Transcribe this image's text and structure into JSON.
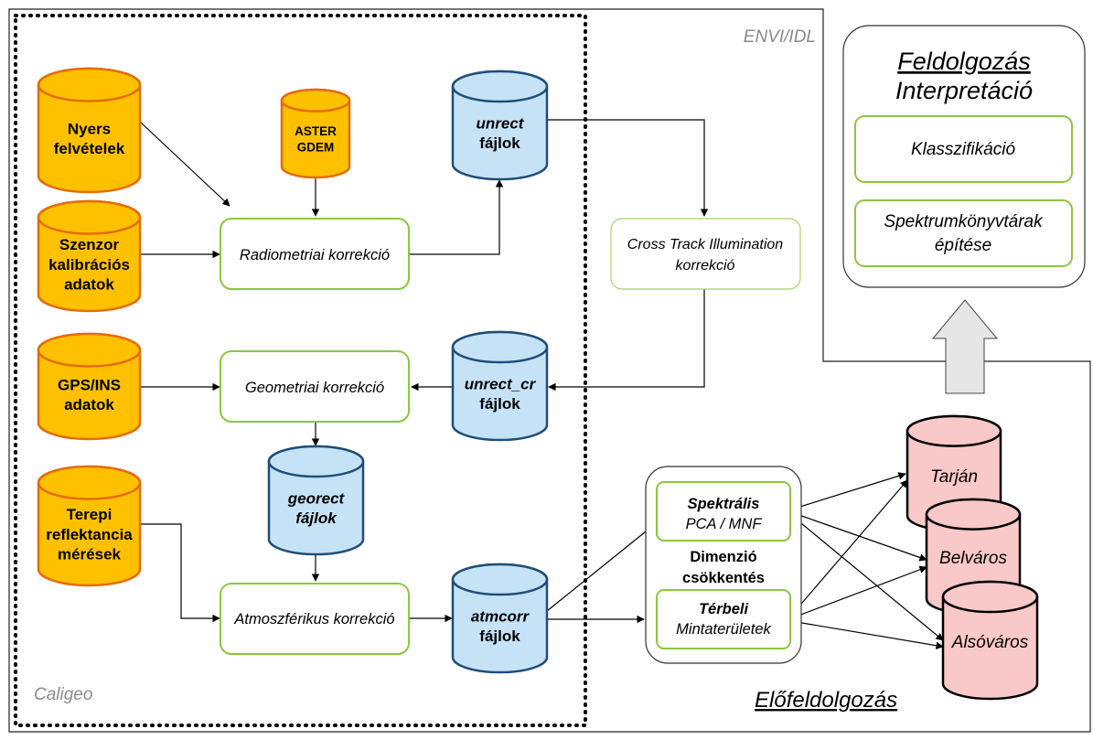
{
  "labels": {
    "envi": "ENVI/IDL",
    "caligeo": "Caligeo",
    "elofeldolgozas": "Előfeldolgozás",
    "feldolgozas": "Feldolgozás",
    "interpretacio": "Interpretáció",
    "dimenzio1": "Dimenzió",
    "dimenzio2": "csökkentés"
  },
  "sources": {
    "nyers": [
      "Nyers",
      "felvételek"
    ],
    "szenzor": [
      "Szenzor",
      "kalibrációs",
      "adatok"
    ],
    "gps": [
      "GPS/INS",
      "adatok"
    ],
    "terepi": [
      "Terepi",
      "reflektancia",
      "mérések"
    ],
    "aster": [
      "ASTER",
      "GDEM"
    ]
  },
  "files": {
    "unrect": [
      "unrect",
      "fájlok"
    ],
    "unrect_cr": [
      "unrect_cr",
      "fájlok"
    ],
    "georect": [
      "georect",
      "fájlok"
    ],
    "atmcorr": [
      "atmcorr",
      "fájlok"
    ]
  },
  "processes": {
    "radiometriai": "Radiometriai korrekció",
    "geometriai": "Geometriai korrekció",
    "atmoszferikus": "Atmoszférikus korrekció",
    "cross_track": [
      "Cross Track Illumination",
      "korrekció"
    ],
    "spektralis": [
      "Spektrális",
      "PCA / MNF"
    ],
    "terbeli": [
      "Térbeli",
      "Mintaterületek"
    ]
  },
  "outputs": {
    "tarjan": "Tarján",
    "belvaros": "Belváros",
    "alsovaros": "Alsóváros"
  },
  "processing": {
    "klasszifikacio": "Klasszifikáció",
    "spektrum": [
      "Spektrumkönyvtárak",
      "építése"
    ]
  },
  "colors": {
    "source_fill": "#FFC000",
    "source_stroke": "#E46C0A",
    "file_fill": "#C6E2F7",
    "file_stroke": "#1F4E79",
    "process_stroke": "#8DC63F",
    "output_fill": "#F9C8C8"
  }
}
